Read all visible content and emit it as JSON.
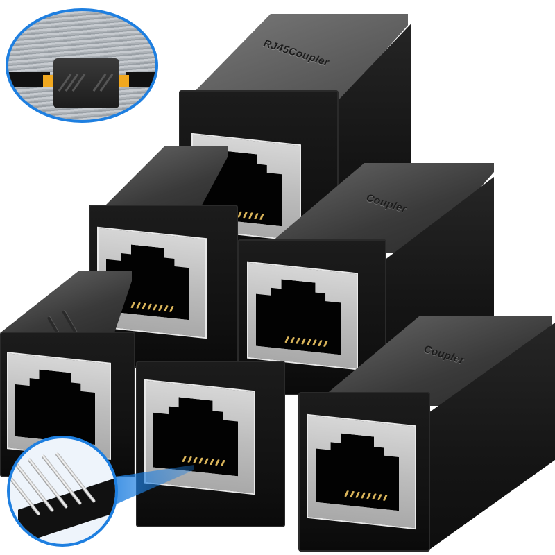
{
  "image": {
    "subject": "RJ45 Ethernet coupler (female-to-female) product photo",
    "background_color": "#ffffff",
    "product_count": 6,
    "arrangement": "pyramid: 1 on top, 2 in middle row, 3 in bottom row"
  },
  "product": {
    "embossed_label": "RJ45Coupler",
    "partial_labels_visible": [
      "Coupler",
      "Coupler"
    ],
    "body_color": "#151515",
    "top_surface_color": "#5a5a5a",
    "port_plate_color": "#c4c4c4",
    "pin_color": "#d9b45a",
    "pin_count": 8
  },
  "insets": {
    "top_left": {
      "description": "Coupler joining two Ethernet cables on a textured surface",
      "border_color": "#1e7fe0",
      "cable_boot_color": "#f0a820"
    },
    "bottom_left": {
      "description": "Close-up of gold/silver contact pins inside the jack",
      "border_color": "#1e7fe0",
      "beam_color": "#1e7fe0"
    }
  }
}
